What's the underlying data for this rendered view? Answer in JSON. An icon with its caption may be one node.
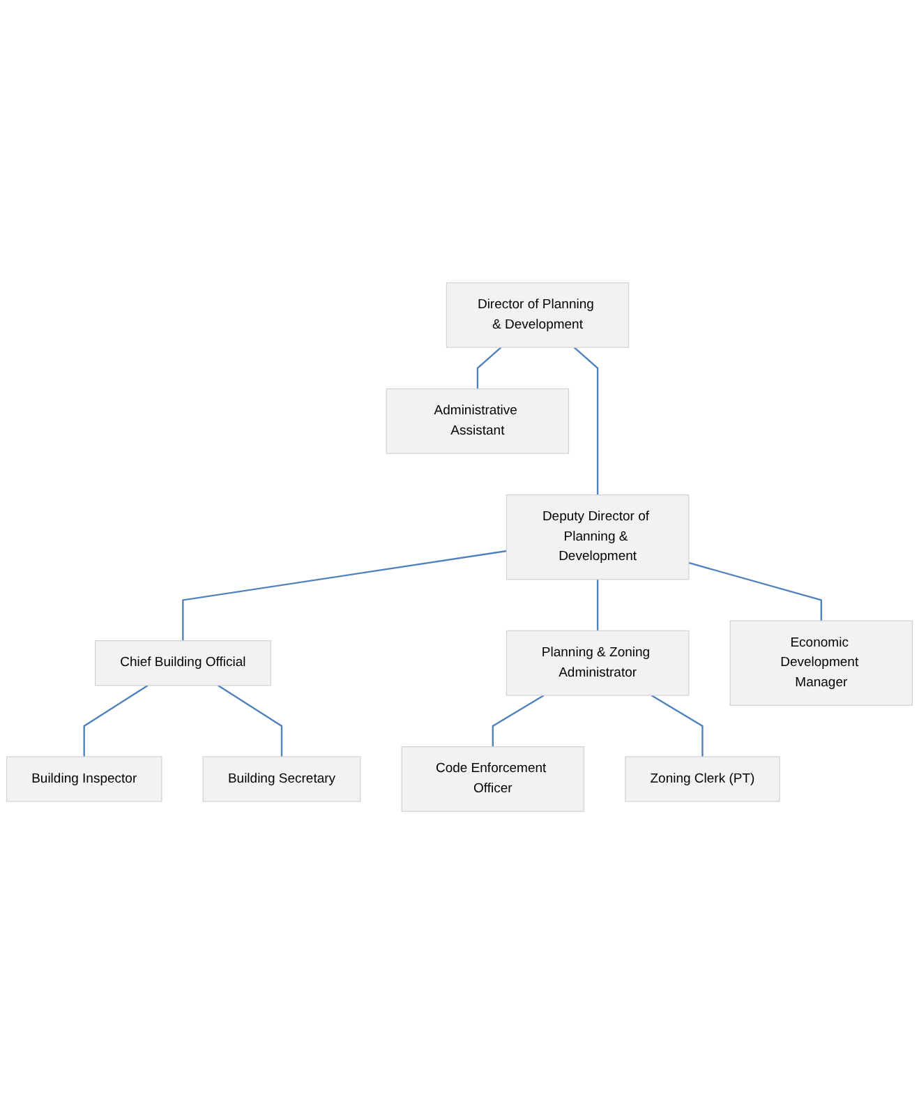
{
  "diagram": {
    "nodes": [
      {
        "text": [
          "Director of Planning & Development"
        ]
      },
      {
        "text": [
          "Administrative Assistant"
        ]
      },
      {
        "text": [
          "Deputy Director of Planning & Development"
        ]
      },
      {
        "text": [
          "Chief Building Official"
        ]
      },
      {
        "text": [
          "Planning & Zoning Administrator"
        ]
      },
      {
        "text": [
          "Economic Development Manager"
        ]
      },
      {
        "text": [
          "Building Inspector"
        ]
      },
      {
        "text": [
          "Code Enforcement Officer"
        ]
      },
      {
        "text": [
          "Building Secretary"
        ]
      },
      {
        "text": [
          "Zoning Clerk (PT)"
        ]
      }
    ],
    "edges": [
      {
        "from": 0,
        "to": 1,
        "arrow": "none"
      },
      {
        "from": 0,
        "to": 2,
        "arrow": "none"
      },
      {
        "from": 2,
        "to": 3,
        "arrow": "none"
      },
      {
        "from": 2,
        "to": 4,
        "arrow": "none"
      },
      {
        "from": 2,
        "to": 5,
        "arrow": "none"
      },
      {
        "from": 3,
        "to": 6,
        "arrow": "none"
      },
      {
        "from": 3,
        "to": 8,
        "arrow": "none"
      },
      {
        "from": 4,
        "to": 7,
        "arrow": "none"
      },
      {
        "from": 4,
        "to": 9,
        "arrow": "none"
      }
    ]
  }
}
